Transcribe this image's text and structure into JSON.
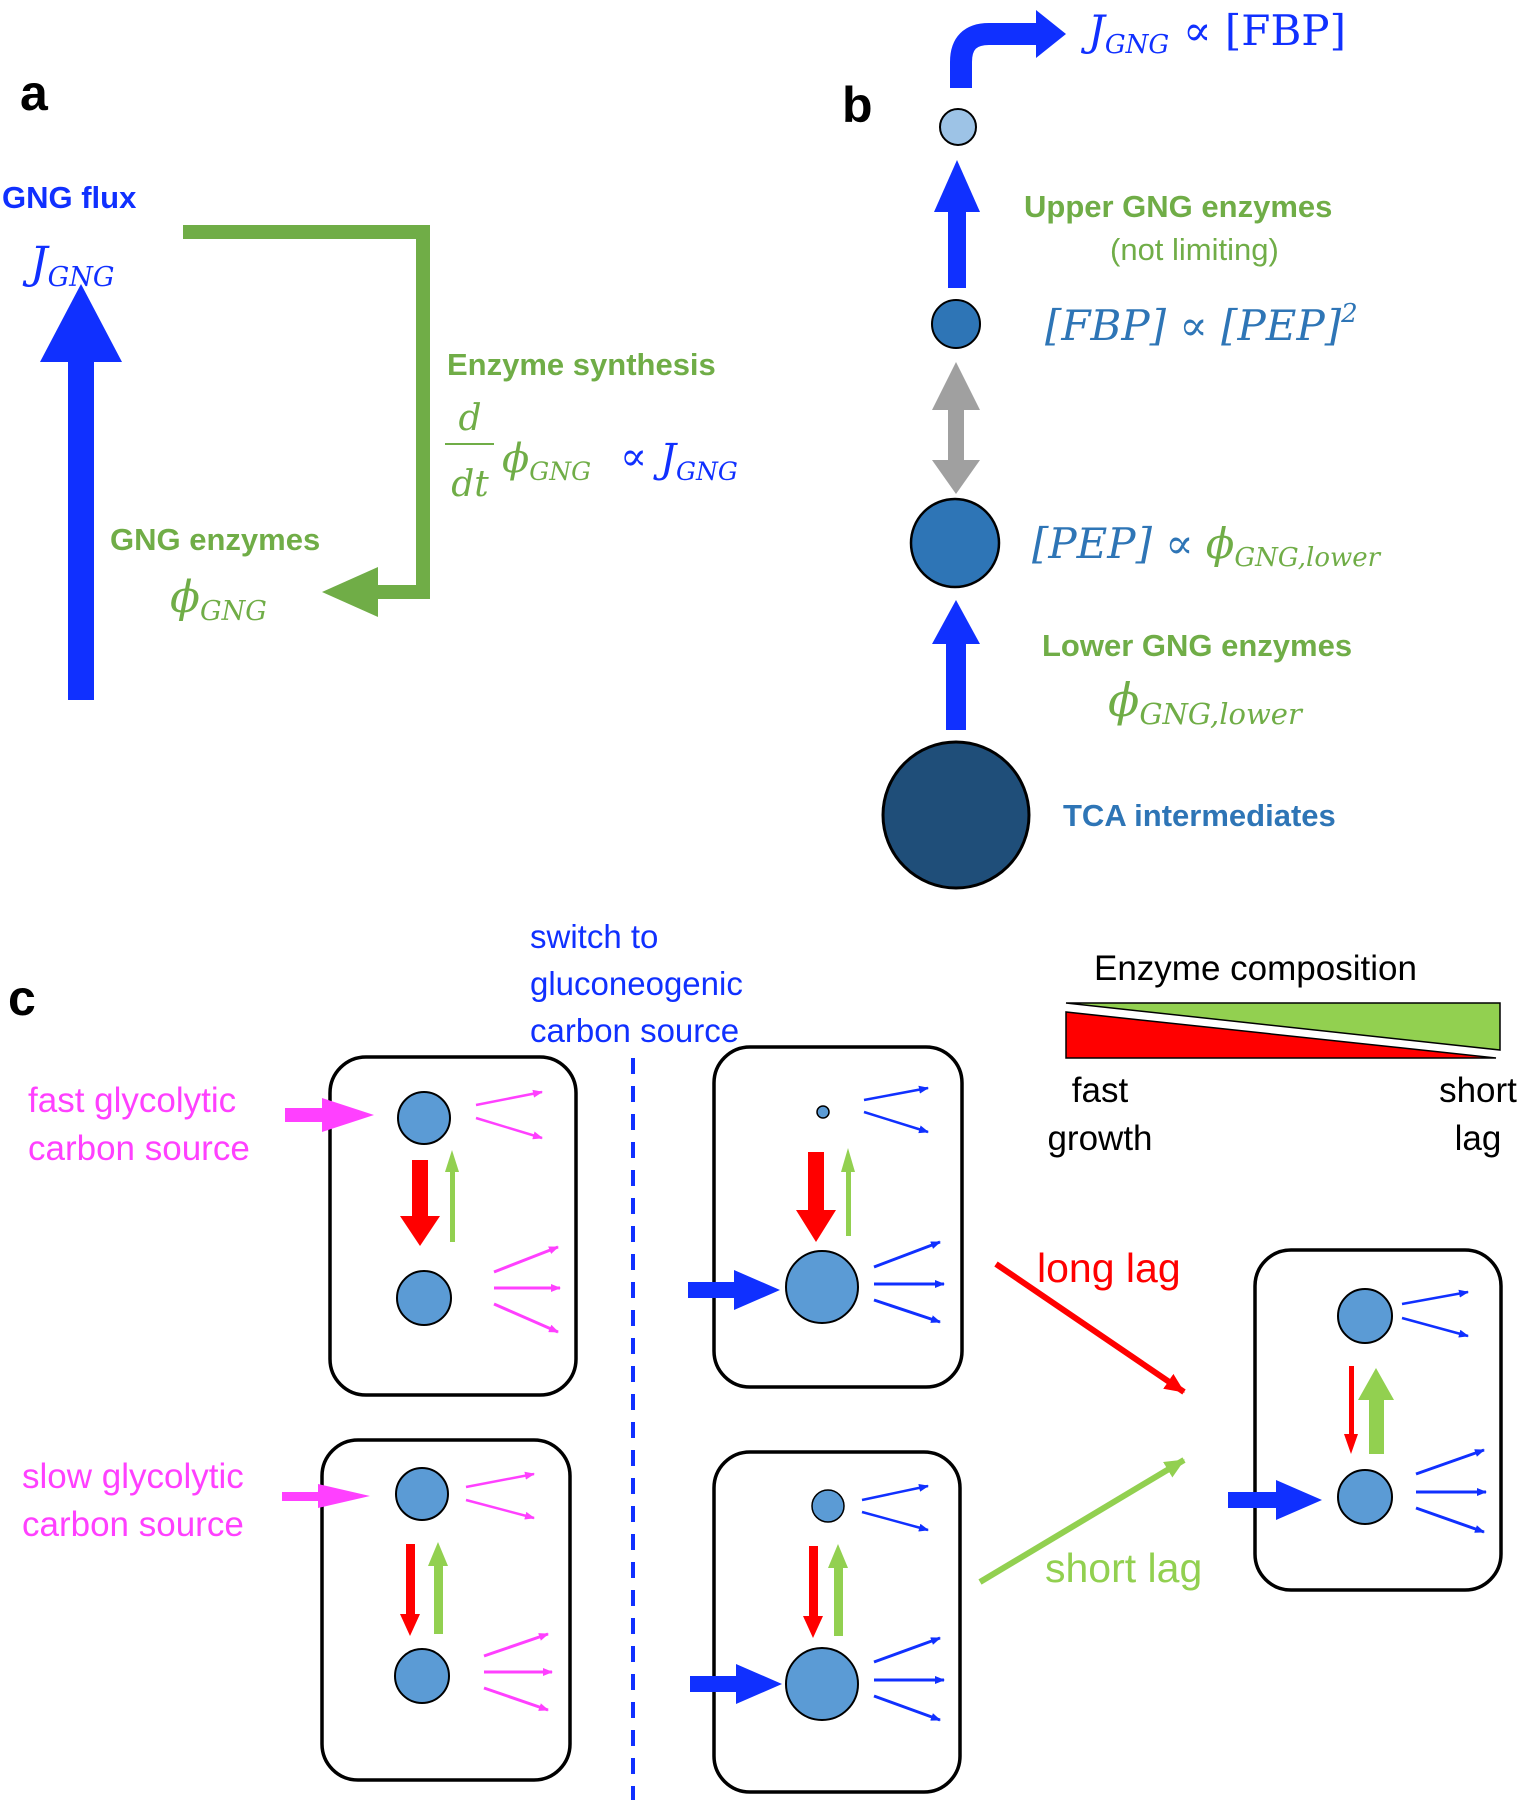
{
  "colors": {
    "blue": "#1030ff",
    "green": "#70ad47",
    "gray": "#a0a0a0",
    "magenta": "#ff40ff",
    "red": "#ff0000",
    "light_green": "#92d050",
    "teal": "#2e75b6",
    "circle_light": "#5b9bd5",
    "circle_dark": "#1f4e79",
    "lighter": "#9dc3e6"
  },
  "panel_a": {
    "label": "a",
    "flux_title": "GNG flux",
    "flux_symbol": "J",
    "flux_sub": "GNG",
    "synthesis_title": "Enzyme synthesis",
    "synthesis_d": "d",
    "synthesis_dt": "dt",
    "synthesis_phi": "ϕ",
    "synthesis_phi_sub": "GNG",
    "synthesis_prop": "∝",
    "synthesis_j": "J",
    "synthesis_j_sub": "GNG",
    "enzymes_title": "GNG enzymes",
    "enzymes_phi": "ϕ",
    "enzymes_phi_sub": "GNG"
  },
  "panel_b": {
    "label": "b",
    "top_j": "J",
    "top_j_sub": "GNG",
    "top_rhs": "∝ [FBP]",
    "upper_title": "Upper GNG  enzymes",
    "upper_note": "(not limiting)",
    "fbp_lhs": "[FBP] ∝ [PEP]",
    "fbp_exp": "2",
    "pep_lhs": "[PEP] ∝",
    "pep_phi": "ϕ",
    "pep_phi_sub": "GNG,lower",
    "lower_title": "Lower GNG enzymes",
    "lower_phi": "ϕ",
    "lower_phi_sub": "GNG,lower",
    "tca": "TCA intermediates"
  },
  "panel_c": {
    "label": "c",
    "switch_lines": [
      "switch to",
      "gluconeogenic",
      "carbon source"
    ],
    "fast_lines": [
      "fast glycolytic",
      "carbon source"
    ],
    "slow_lines": [
      "slow glycolytic",
      "carbon source"
    ],
    "composition_title": "Enzyme composition",
    "fast_growth_lines": [
      "fast",
      "growth"
    ],
    "short_lag_corner_lines": [
      "short",
      "lag"
    ],
    "long_lag": "long lag",
    "short_lag": "short lag"
  }
}
